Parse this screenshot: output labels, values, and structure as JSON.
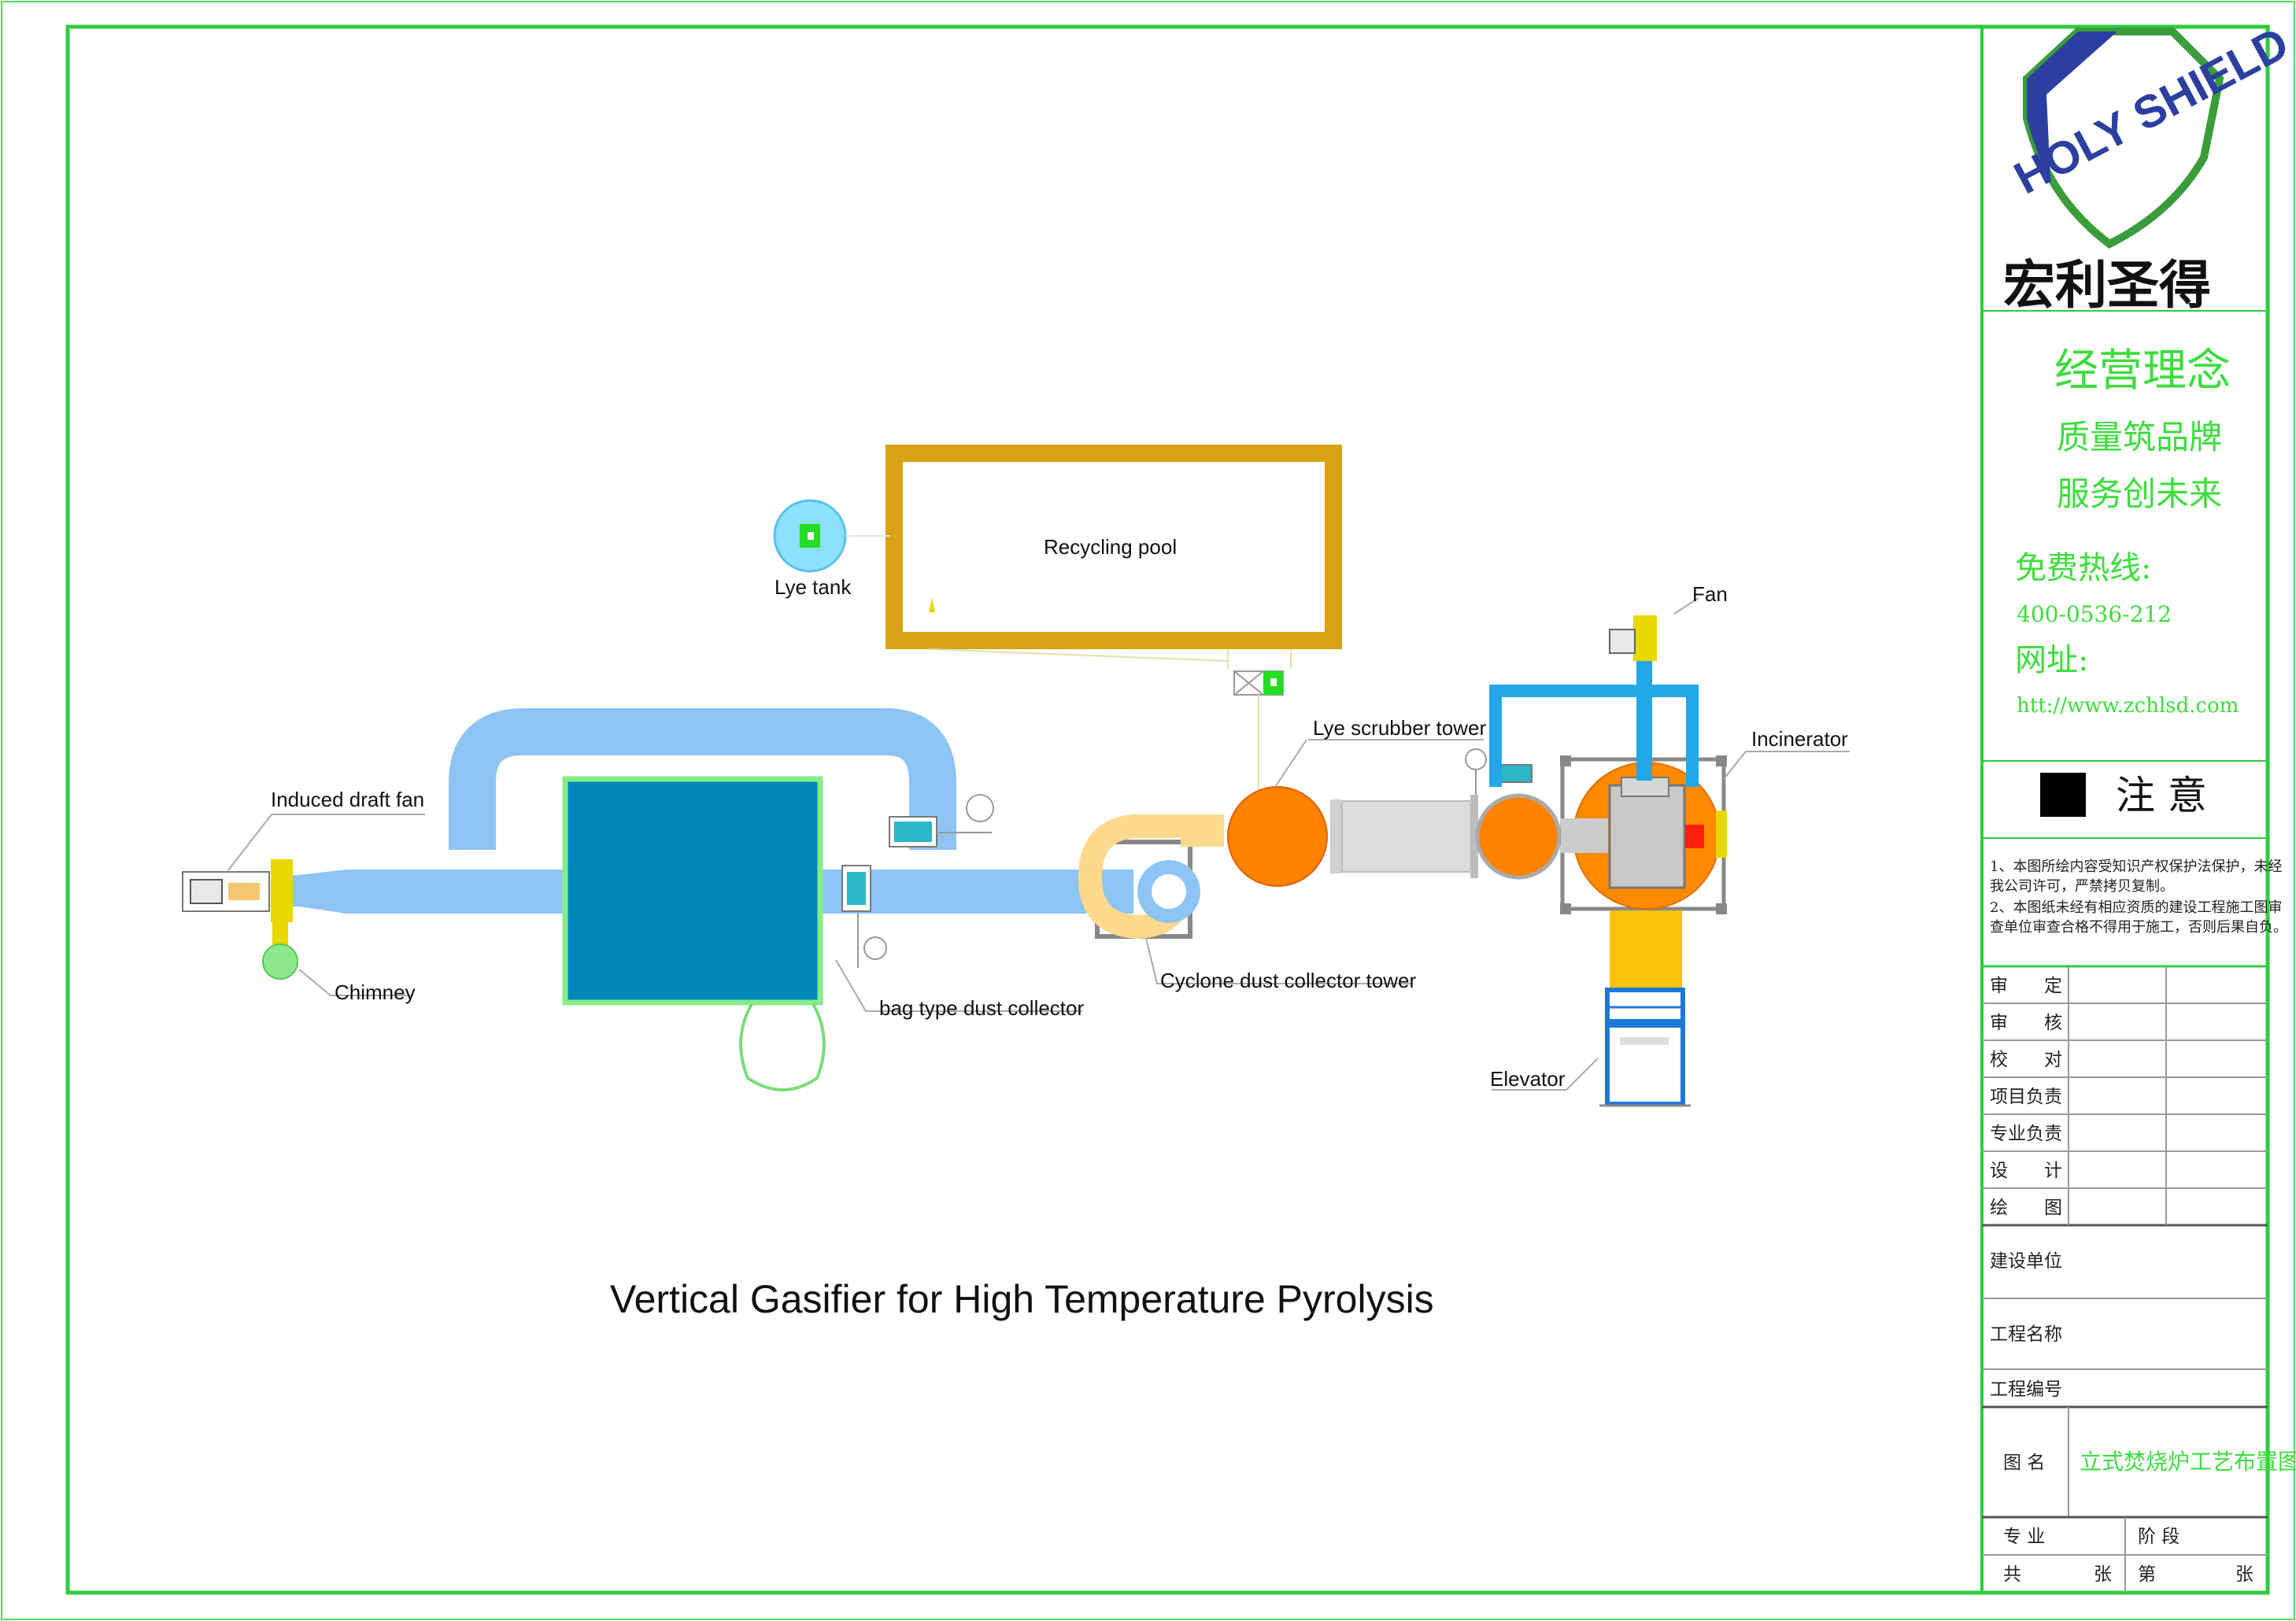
{
  "diagram": {
    "title": "Vertical Gasifier for High Temperature Pyrolysis",
    "labels": {
      "recycling_pool": "Recycling pool",
      "lye_tank": "Lye tank",
      "fan": "Fan",
      "lye_scrubber_tower": "Lye scrubber tower",
      "incinerator": "Incinerator",
      "induced_draft_fan": "Induced draft fan",
      "chimney": "Chimney",
      "bag_type_dust_collector": "bag type dust collector",
      "cyclone_dust_collector_tower": "Cyclone dust collector tower",
      "elevator": "Elevator"
    }
  },
  "title_block": {
    "logo_text": "HOLY SHIELD",
    "company_name": "宏利圣得",
    "philosophy_heading": "经营理念",
    "philosophy_line1": "质量筑品牌",
    "philosophy_line2": "服务创未来",
    "hotline_label": "免费热线:",
    "hotline_number": "400-0536-212",
    "website_label": "网址:",
    "website_url": "htt://www.zchlsd.com",
    "notice_heading": "注 意",
    "notice_1a": "1、本图所绘内容受知识产权保护法保护，未经",
    "notice_1b": "我公司许可，严禁拷贝复制。",
    "notice_2a": "2、本图纸未经有相应资质的建设工程施工图审",
    "notice_2b": "查单位审查合格不得用于施工，否则后果自负。",
    "roles": [
      "审　　定",
      "审　　核",
      "校　　对",
      "项目负责",
      "专业负责",
      "设　　计",
      "绘　　图"
    ],
    "construction_unit": "建设单位",
    "project_name": "工程名称",
    "project_number": "工程编号",
    "drawing_name_label": "图 名",
    "drawing_name": "立式焚烧炉工艺布置图",
    "specialty": "专 业",
    "stage": "阶 段",
    "total": "共",
    "sheet_unit_1": "张",
    "sheet_no": "第",
    "sheet_unit_2": "张"
  },
  "colors": {
    "frame_green": "#2ecc40",
    "duct_blue": "#8ec4f4",
    "pool_gold": "#d9a214",
    "collector_teal": "#0088b8",
    "cyclone_orange": "#ff8200",
    "incinerator_orange": "#ff8a00",
    "fan_yellow": "#e6d800",
    "elevator_blue": "#1e78d8",
    "cyan_pipe": "#22a8e8",
    "slogan_green": "#3cdd3c"
  }
}
